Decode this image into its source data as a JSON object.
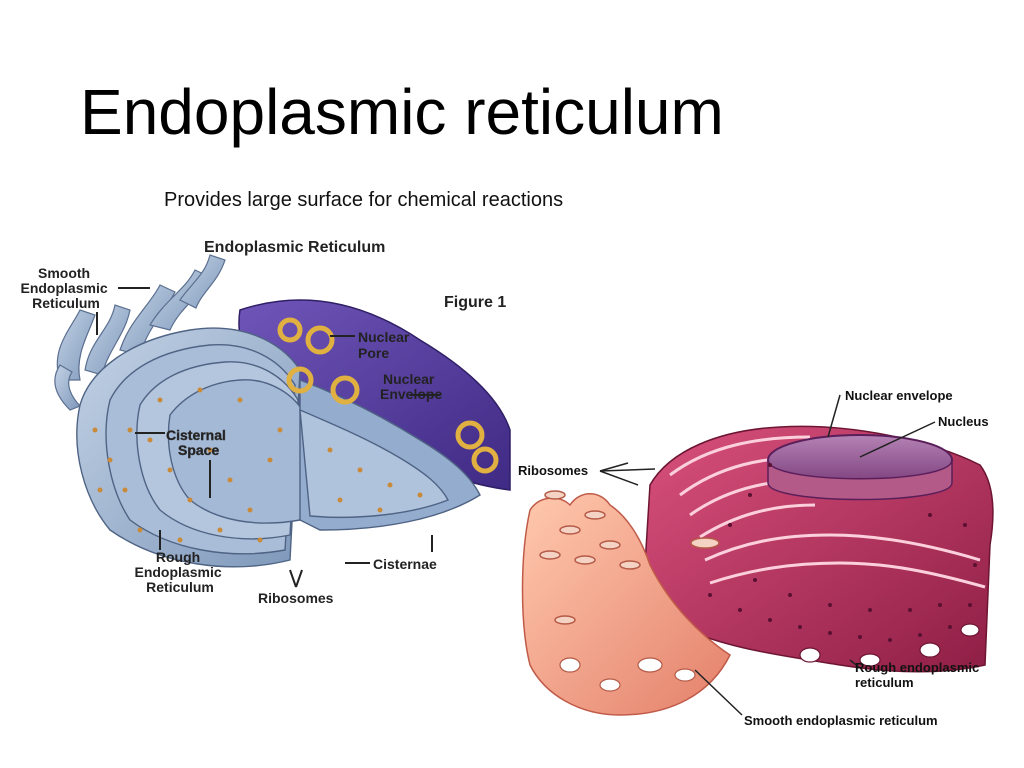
{
  "slide": {
    "title": "Endoplasmic reticulum",
    "subtitle": "Provides large surface for chemical reactions"
  },
  "figure_left": {
    "title": "Endoplasmic Reticulum",
    "figure_label": "Figure 1",
    "labels": {
      "smooth_er": [
        "Smooth",
        "Endoplasmic",
        "Reticulum"
      ],
      "nuclear_pore": [
        "Nuclear",
        "Pore"
      ],
      "nuclear_envelope": [
        "Nuclear",
        "Envelope"
      ],
      "cisternal_space": [
        "Cisternal",
        "Space"
      ],
      "rough_er": [
        "Rough",
        "Endoplasmic",
        "Reticulum"
      ],
      "cisternae": "Cisternae",
      "ribosomes": "Ribosomes"
    },
    "colors": {
      "membrane": "#9fb6d3",
      "nucleus": "#5b3f9e",
      "ribosome": "#c98a3a",
      "pore": "#e0b040"
    }
  },
  "figure_right": {
    "labels": {
      "nuclear_envelope": "Nuclear envelope",
      "nucleus": "Nucleus",
      "ribosomes": "Ribosomes",
      "rough_er": [
        "Rough endoplasmic",
        "reticulum"
      ],
      "smooth_er": "Smooth endoplasmic reticulum"
    },
    "colors": {
      "rough_er": "#c0305e",
      "smooth_er": "#f0a584",
      "nucleus": "#8a4a8a"
    }
  }
}
